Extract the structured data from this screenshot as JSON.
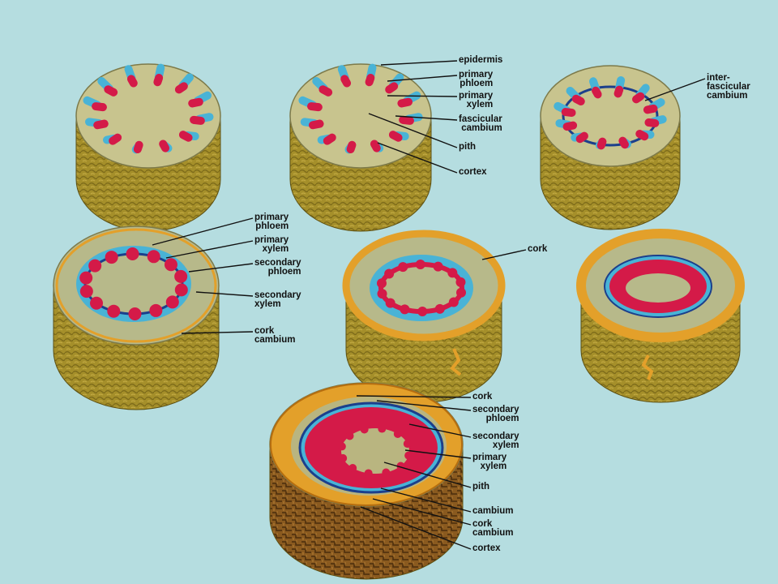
{
  "diagrams": [
    {
      "labels": []
    },
    {
      "labels": [
        {
          "text": "epidermis"
        },
        {
          "text": "primary\nphloem"
        },
        {
          "text": "primary\nxylem"
        },
        {
          "text": "fascicular\ncambium"
        },
        {
          "text": "pith"
        },
        {
          "text": "cortex"
        }
      ]
    },
    {
      "labels": [
        {
          "text": "inter-\nfascicular\ncambium"
        }
      ]
    },
    {
      "labels": [
        {
          "text": "primary\nphloem"
        },
        {
          "text": "primary\nxylem"
        },
        {
          "text": "secondary\nphloem"
        },
        {
          "text": "secondary\nxylem"
        },
        {
          "text": "cork\ncambium"
        }
      ]
    },
    {
      "labels": [
        {
          "text": "cork"
        }
      ]
    },
    {
      "labels": []
    },
    {
      "labels": [
        {
          "text": "cork"
        },
        {
          "text": "secondary\nphloem"
        },
        {
          "text": "secondary\nxylem"
        },
        {
          "text": "primary\nxylem"
        },
        {
          "text": "pith"
        },
        {
          "text": "cambium"
        },
        {
          "text": "cork\ncambium"
        },
        {
          "text": "cortex"
        }
      ]
    }
  ],
  "colors": {
    "background": "#b5dde0",
    "pith": "#c8c48e",
    "cortex_side": "#a8922a",
    "xylem": "#d41a48",
    "phloem": "#49b3d6",
    "cambium": "#1c3f8c",
    "cork": "#e3a02a",
    "bark": "#7a4e1c"
  }
}
